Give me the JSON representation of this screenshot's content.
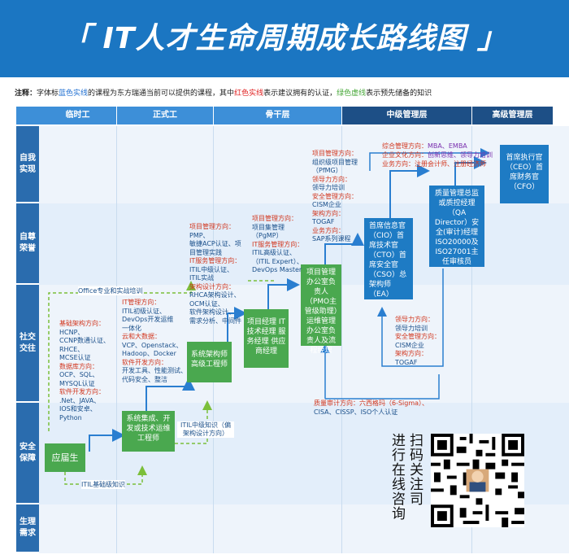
{
  "title": "「 IT人才生命周期成长路线图 」",
  "note": {
    "p1": "注释：",
    "p2": "字体标",
    "blue": "蓝色实线",
    "p3": "的课程为东方瑞通当前可以提供的课程，其中",
    "red": "红色实线",
    "p4": "表示建议拥有的认证，",
    "green": "绿色虚线",
    "p5": "表示预先储备的知识"
  },
  "columns": [
    "临时工",
    "正式工",
    "骨干层",
    "中级管理层",
    "高级管理层"
  ],
  "rows": [
    "自我实现",
    "自尊荣誉",
    "社交交往",
    "安全保障",
    "生理需求"
  ],
  "colors": {
    "header_blue": "#1b76c2",
    "col_light": "#3d8fd8",
    "col_dark": "#1d4f86",
    "row_blue": "#2a6cae",
    "band_light": "#e3eefa",
    "box_green": "#4aa84f",
    "box_blue": "#1e7bc4",
    "arrow_blue": "#2a7ed0",
    "arrow_green": "#7bbf3a"
  },
  "boxes": {
    "graduate": "应届生",
    "sysint": "系统集成、开发或技术运维工程师",
    "sysarch": "系统架构师高级工程师",
    "pm": "项目经理 IT技术经理 服务经理 供应商经理",
    "pmo": "项目管理办公室负责人（PMO主管级助理）运维管理办公室负责人及流程经理",
    "cio": "首席信息官（CIO）首席技术官（CTO）首席安全官（CSO）总架构师（EA）",
    "qa": "质量管理总监或质控经理（QA Director）安全(审计)经理 ISO20000及ISO27001主任审核员",
    "ceo": "首席执行官（CEO）首席财务官（CFO）"
  },
  "labels": {
    "office": "Office专业和实战培训",
    "itil_basic": "ITIL基础级知识",
    "itil_mid": "ITIL中级知识（偏架构设计方向）"
  },
  "text_a": {
    "h1": "基础架构方向：",
    "l1": [
      "HCNP、",
      "CCNP数通认证、",
      "RHCE、",
      "MCSE认证"
    ],
    "h2": "数据库方向：",
    "l2": [
      "OCP、SQL、",
      "MYSQL认证"
    ],
    "h3": "软件开发方向：",
    "l3": [
      ".Net、JAVA、",
      "IOS和安卓、",
      "Python"
    ]
  },
  "text_b": {
    "h1": "IT管理方向：",
    "l1": [
      "ITIL初级认证、",
      "DevOps开发运维",
      "一体化"
    ],
    "h2": "云和大数据：",
    "l2": [
      "VCP、Openstack、",
      "Hadoop、Docker"
    ],
    "h3": "软件开发方向：",
    "l3": [
      "开发工具、性能测试、",
      "代码安全、整洁"
    ]
  },
  "text_c": {
    "h1": "项目管理方向：",
    "l1": [
      "PMP、",
      "敏捷ACP认证、项",
      "目管理实践"
    ],
    "h2": "IT服务管理方向：",
    "l2": [
      "ITIL中级认证、",
      "ITIL实战"
    ],
    "h3": "架构设计方向：",
    "l3": [
      "RHCA架构设计、",
      "OCM认证、",
      "软件架构设计、",
      "需求分析、中间件"
    ]
  },
  "text_d": {
    "h1": "项目管理方向：",
    "l1": [
      "项目集管理",
      "（PgMP）"
    ],
    "h2": "IT服务管理方向：",
    "l2": [
      "ITIL高级认证、",
      "（ITIL Expert）、",
      "DevOps Master"
    ]
  },
  "text_e": {
    "h1": "项目管理方向：",
    "l1": [
      "组织级项目管理",
      "（PfMG）"
    ],
    "h2": "领导力方向：",
    "l2": [
      "领导力培训"
    ],
    "h3": "安全管理方向：",
    "l3": [
      "CISM企业"
    ],
    "h4": "架构方向：",
    "l4": [
      "TOGAF"
    ],
    "h5": "业务方向：",
    "l5": [
      "SAP系列课程"
    ]
  },
  "text_f": {
    "h1": "综合管理方向：",
    "p1": "MBA、EMBA",
    "h2": "企业文化方向：",
    "p2": "创新思维、领导力培训",
    "h3": "业务方向：",
    "p3": "注册会计师、注册经济师"
  },
  "text_g": {
    "h1": "领导力方向：",
    "l1": [
      "领导力培训"
    ],
    "h2": "安全管理方向：",
    "l2": [
      "CISM企业"
    ],
    "h3": "架构方向：",
    "l3": [
      "TOGAF"
    ]
  },
  "text_h": {
    "h1": "质量审计方向：六西格玛（6-Sigma）、",
    "l1": [
      "CISA、CISSP、ISO个人认证"
    ]
  },
  "qr": {
    "line1": "扫码关注司",
    "line2": "进行在线咨询"
  }
}
